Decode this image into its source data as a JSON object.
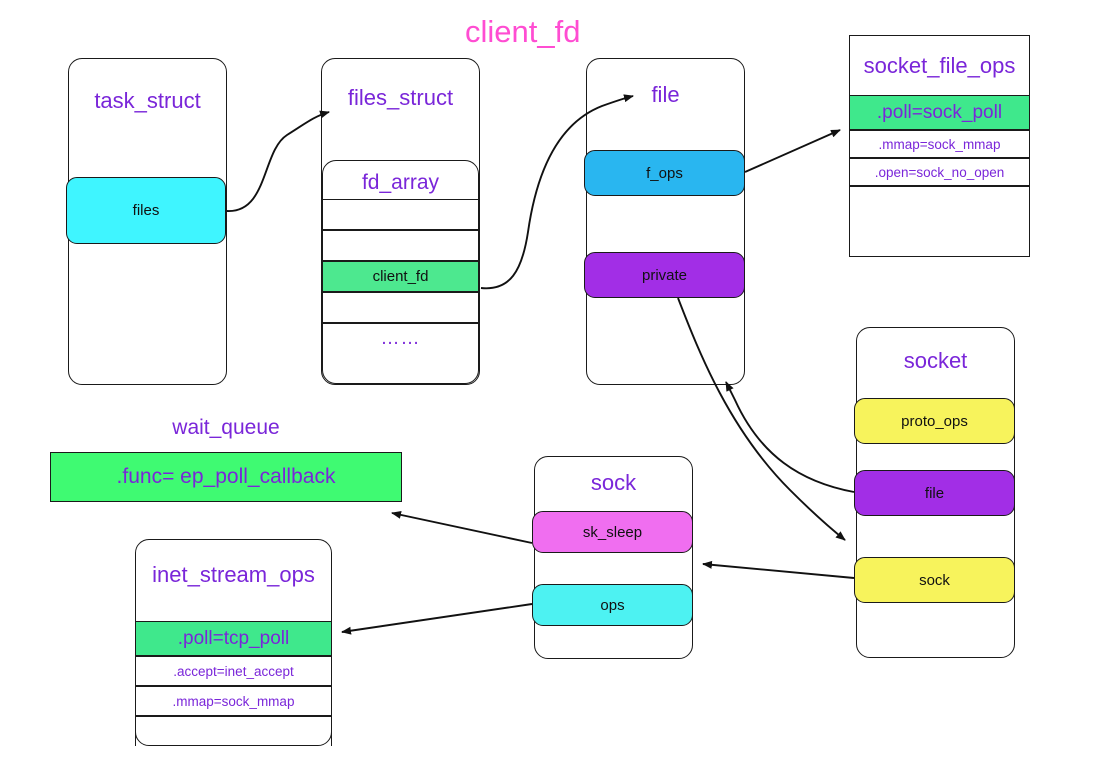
{
  "title": "client_fd",
  "colors": {
    "header_text": "#7a26d9",
    "title_text": "#ff4dd2",
    "stroke": "#1a1a1a",
    "cyan": "#3ff5ff",
    "blue": "#29b6f0",
    "purple": "#a22ee6",
    "green_pill": "#4de88f",
    "green_row": "#3fe88c",
    "green_wait": "#3ffa72",
    "yellow": "#f7f35c",
    "pink": "#f06ef0",
    "turquoise": "#4df2f2"
  },
  "boxes": {
    "task_struct": {
      "header": "task_struct",
      "fields": [
        {
          "label": "files",
          "color": "cyan"
        }
      ]
    },
    "files_struct": {
      "header": "files_struct",
      "fd_array": {
        "header": "fd_array",
        "rows": [
          {
            "label": "",
            "highlight": false
          },
          {
            "label": "",
            "highlight": false
          },
          {
            "label": "client_fd",
            "highlight": true
          },
          {
            "label": "",
            "highlight": false
          },
          {
            "label": "……",
            "highlight": false
          }
        ]
      }
    },
    "file": {
      "header": "file",
      "fields": [
        {
          "label": "f_ops",
          "color": "blue"
        },
        {
          "label": "private",
          "color": "purple"
        }
      ]
    },
    "socket_file_ops": {
      "header": "socket_file_ops",
      "rows": [
        {
          "label": ".poll=sock_poll",
          "highlight": true
        },
        {
          "label": ".mmap=sock_mmap",
          "highlight": false
        },
        {
          "label": ".open=sock_no_open",
          "highlight": false
        },
        {
          "label": "",
          "highlight": false
        }
      ]
    },
    "socket": {
      "header": "socket",
      "fields": [
        {
          "label": "proto_ops",
          "color": "yellow"
        },
        {
          "label": "file",
          "color": "purple"
        },
        {
          "label": "sock",
          "color": "yellow"
        }
      ]
    },
    "sock": {
      "header": "sock",
      "fields": [
        {
          "label": "sk_sleep",
          "color": "pink"
        },
        {
          "label": "ops",
          "color": "turquoise"
        }
      ]
    },
    "wait_queue": {
      "caption": "wait_queue",
      "entry": ".func= ep_poll_callback"
    },
    "inet_stream_ops": {
      "header": "inet_stream_ops",
      "rows": [
        {
          "label": ".poll=tcp_poll",
          "highlight": true
        },
        {
          "label": ".accept=inet_accept",
          "highlight": false
        },
        {
          "label": ".mmap=sock_mmap",
          "highlight": false
        },
        {
          "label": "",
          "highlight": false
        }
      ]
    }
  },
  "edges": [
    {
      "name": "files-to-files_struct"
    },
    {
      "name": "client_fd-to-file"
    },
    {
      "name": "f_ops-to-socket_file_ops"
    },
    {
      "name": "socket_file-to-file"
    },
    {
      "name": "private-to-socket_sock"
    },
    {
      "name": "socket_sock-to-sock"
    },
    {
      "name": "sk_sleep-to-wait_queue"
    },
    {
      "name": "ops-to-inet_stream_ops"
    }
  ]
}
